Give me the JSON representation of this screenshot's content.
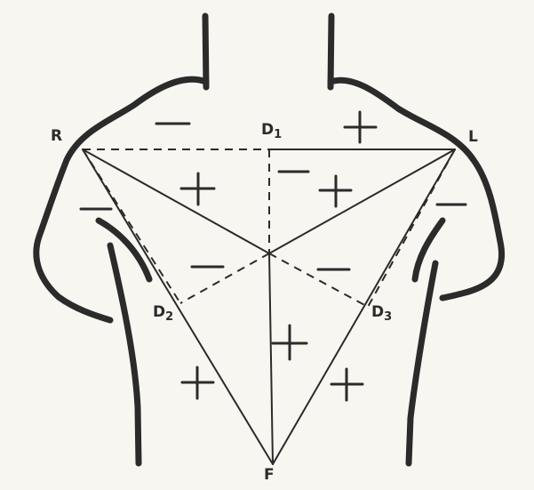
{
  "labels": {
    "R": {
      "letter": "R",
      "sub": ""
    },
    "L": {
      "letter": "L",
      "sub": ""
    },
    "F": {
      "letter": "F",
      "sub": ""
    },
    "D1": {
      "letter": "D",
      "sub": "1"
    },
    "D2": {
      "letter": "D",
      "sub": "2"
    },
    "D3": {
      "letter": "D",
      "sub": "3"
    }
  },
  "signs": [
    {
      "id": "sign-upper-left",
      "type": "minus"
    },
    {
      "id": "sign-upper-right",
      "type": "plus"
    },
    {
      "id": "sign-left-outer",
      "type": "minus"
    },
    {
      "id": "sign-left-inner",
      "type": "plus"
    },
    {
      "id": "sign-center-minus",
      "type": "minus"
    },
    {
      "id": "sign-center-plus",
      "type": "plus"
    },
    {
      "id": "sign-right-outer",
      "type": "minus"
    },
    {
      "id": "sign-mid-left",
      "type": "minus"
    },
    {
      "id": "sign-mid-right",
      "type": "minus"
    },
    {
      "id": "sign-lower-center",
      "type": "plus"
    },
    {
      "id": "sign-lower-left",
      "type": "plus"
    },
    {
      "id": "sign-lower-right",
      "type": "plus"
    }
  ],
  "colors": {
    "ink": "#2b2b2b",
    "paper": "#f7f6f1"
  }
}
